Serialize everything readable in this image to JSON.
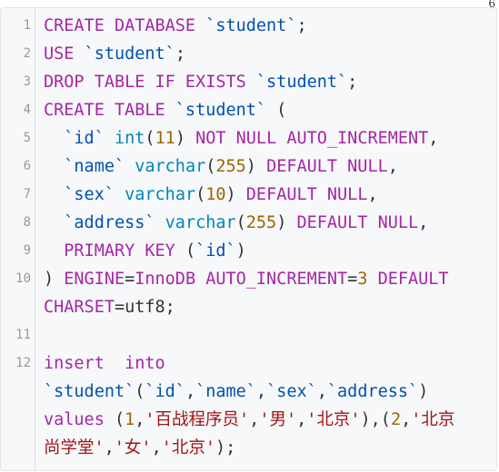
{
  "badge": "6",
  "lines": [
    {
      "num": "1",
      "html": "<span class='k'>CREATE DATABASE</span> <span class='s'>`student`</span>;"
    },
    {
      "num": "2",
      "html": "<span class='k'>USE</span> <span class='s'>`student`</span>;"
    },
    {
      "num": "3",
      "html": "<span class='k'>DROP TABLE IF EXISTS</span> <span class='s'>`student`</span>;"
    },
    {
      "num": "4",
      "html": "<span class='k'>CREATE TABLE</span> <span class='s'>`student`</span> ("
    },
    {
      "num": "5",
      "html": "  <span class='s'>`id`</span> <span class='t'>int</span>(<span class='n'>11</span>) <span class='k'>NOT NULL AUTO_INCREMENT</span>,"
    },
    {
      "num": "6",
      "html": "  <span class='s'>`name`</span> <span class='t'>varchar</span>(<span class='n'>255</span>) <span class='k'>DEFAULT NULL</span>,"
    },
    {
      "num": "7",
      "html": "  <span class='s'>`sex`</span> <span class='t'>varchar</span>(<span class='n'>10</span>) <span class='k'>DEFAULT NULL</span>,"
    },
    {
      "num": "8",
      "html": "  <span class='s'>`address`</span> <span class='t'>varchar</span>(<span class='n'>255</span>) <span class='k'>DEFAULT NULL</span>,"
    },
    {
      "num": "9",
      "html": "  <span class='k'>PRIMARY KEY</span> (<span class='s'>`id`</span>)"
    },
    {
      "num": "10",
      "html": ") <span class='k'>ENGINE</span>=<span class='k'>InnoDB AUTO_INCREMENT</span>=<span class='n'>3</span> <span class='k'>DEFAULT</span>"
    },
    {
      "num": "",
      "html": "<span class='k'>CHARSET</span>=utf8;"
    },
    {
      "num": "11",
      "html": ""
    },
    {
      "num": "12",
      "html": "<span class='k'>insert  into</span>"
    },
    {
      "num": "",
      "html": "<span class='s'>`student`</span>(<span class='s'>`id`</span>,<span class='s'>`name`</span>,<span class='s'>`sex`</span>,<span class='s'>`address`</span>)"
    },
    {
      "num": "",
      "html": "<span class='k'>values</span> (<span class='n'>1</span>,<span class='st'>'百战程序员'</span>,<span class='st'>'男'</span>,<span class='st'>'北京'</span>),(<span class='n'>2</span>,<span class='st'>'北京</span>"
    },
    {
      "num": "",
      "html": "<span class='st'>尚学堂'</span>,<span class='st'>'女'</span>,<span class='st'>'北京'</span>);"
    }
  ]
}
